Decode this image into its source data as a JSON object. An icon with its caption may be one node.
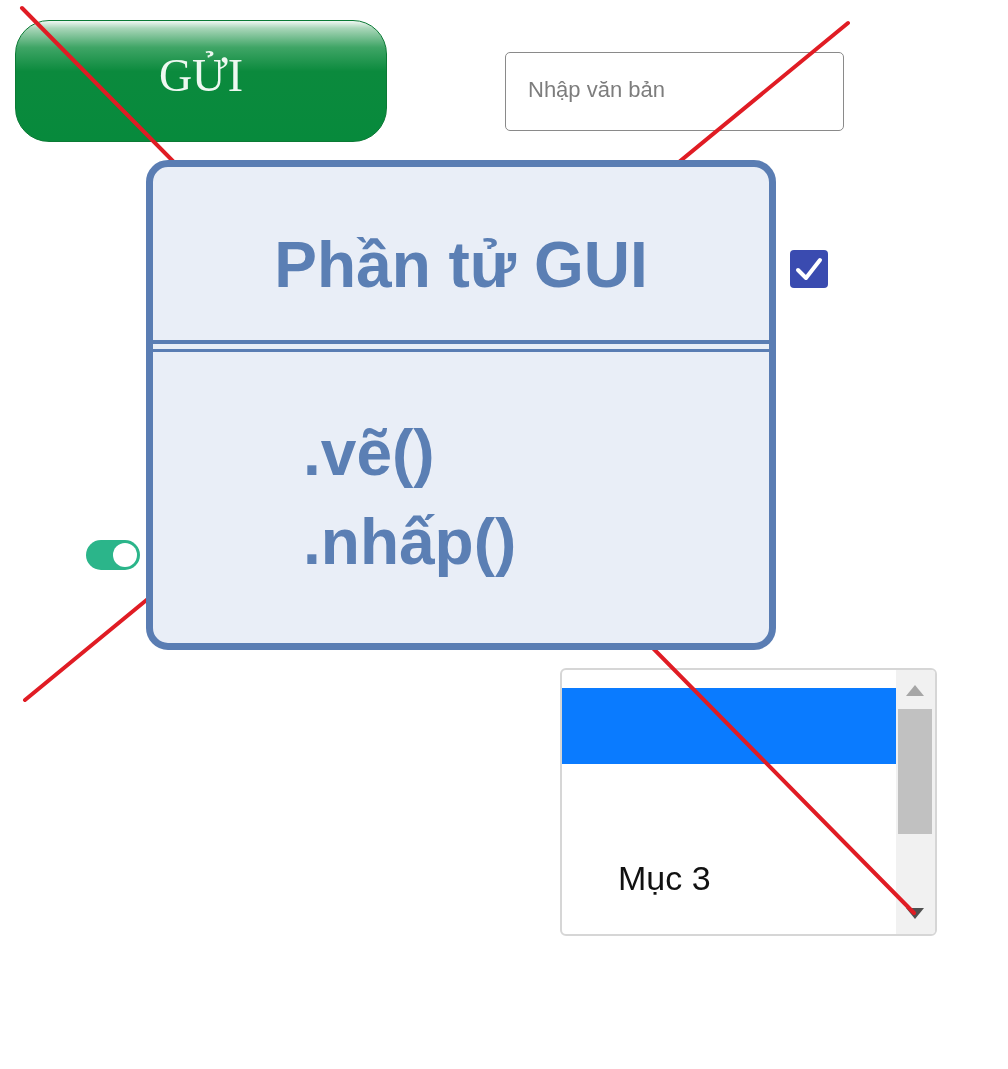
{
  "diagram": {
    "nodes": [
      {
        "text": [
          "GỬI"
        ]
      },
      {
        "text": [
          "Nhập văn bản"
        ]
      },
      {
        "text": [
          "Phần tử GUI",
          ".vẽ()",
          ".nhấp()"
        ]
      },
      {
        "text": [
          "Mục 3"
        ]
      }
    ]
  }
}
